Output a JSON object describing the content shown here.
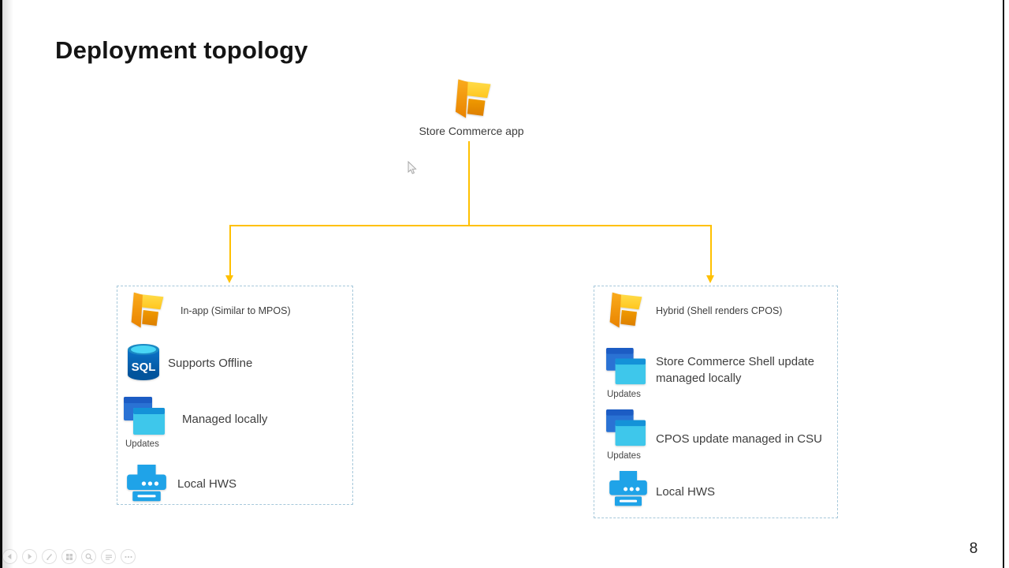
{
  "title": "Deployment topology",
  "page_number": "8",
  "root": {
    "label": "Store Commerce app",
    "icon": "commerce-app-icon"
  },
  "left_panel": {
    "items": [
      {
        "icon": "commerce-app-icon",
        "label": "In-app (Similar to MPOS)"
      },
      {
        "icon": "sql-database-icon",
        "label": "Supports Offline"
      },
      {
        "icon": "updates-windows-icon",
        "caption": "Updates",
        "label": "Managed locally"
      },
      {
        "icon": "printer-icon",
        "label": "Local HWS"
      }
    ]
  },
  "right_panel": {
    "items": [
      {
        "icon": "commerce-app-icon",
        "label": "Hybrid (Shell renders CPOS)"
      },
      {
        "icon": "updates-windows-icon",
        "caption": "Updates",
        "label": "Store Commerce Shell update managed locally"
      },
      {
        "icon": "updates-windows-icon",
        "caption": "Updates",
        "label": "CPOS update managed in CSU"
      },
      {
        "icon": "printer-icon",
        "label": "Local HWS"
      }
    ]
  },
  "icons": {
    "sql_text": "SQL"
  },
  "colors": {
    "connector": "#FFC000",
    "panel_border": "#A6C8DA",
    "title_text": "#141414",
    "label_text": "#3E3E3E",
    "commerce_orange": "#F09609",
    "commerce_yellow": "#FFD43A",
    "azure_blue": "#0467B0",
    "cyan": "#3EC7EB",
    "printer_blue": "#1FA3E8"
  },
  "player_controls": [
    {
      "name": "previous-slide"
    },
    {
      "name": "next-slide"
    },
    {
      "name": "pen"
    },
    {
      "name": "see-all-slides"
    },
    {
      "name": "zoom-into-slide"
    },
    {
      "name": "subtitles"
    },
    {
      "name": "more-options"
    }
  ]
}
